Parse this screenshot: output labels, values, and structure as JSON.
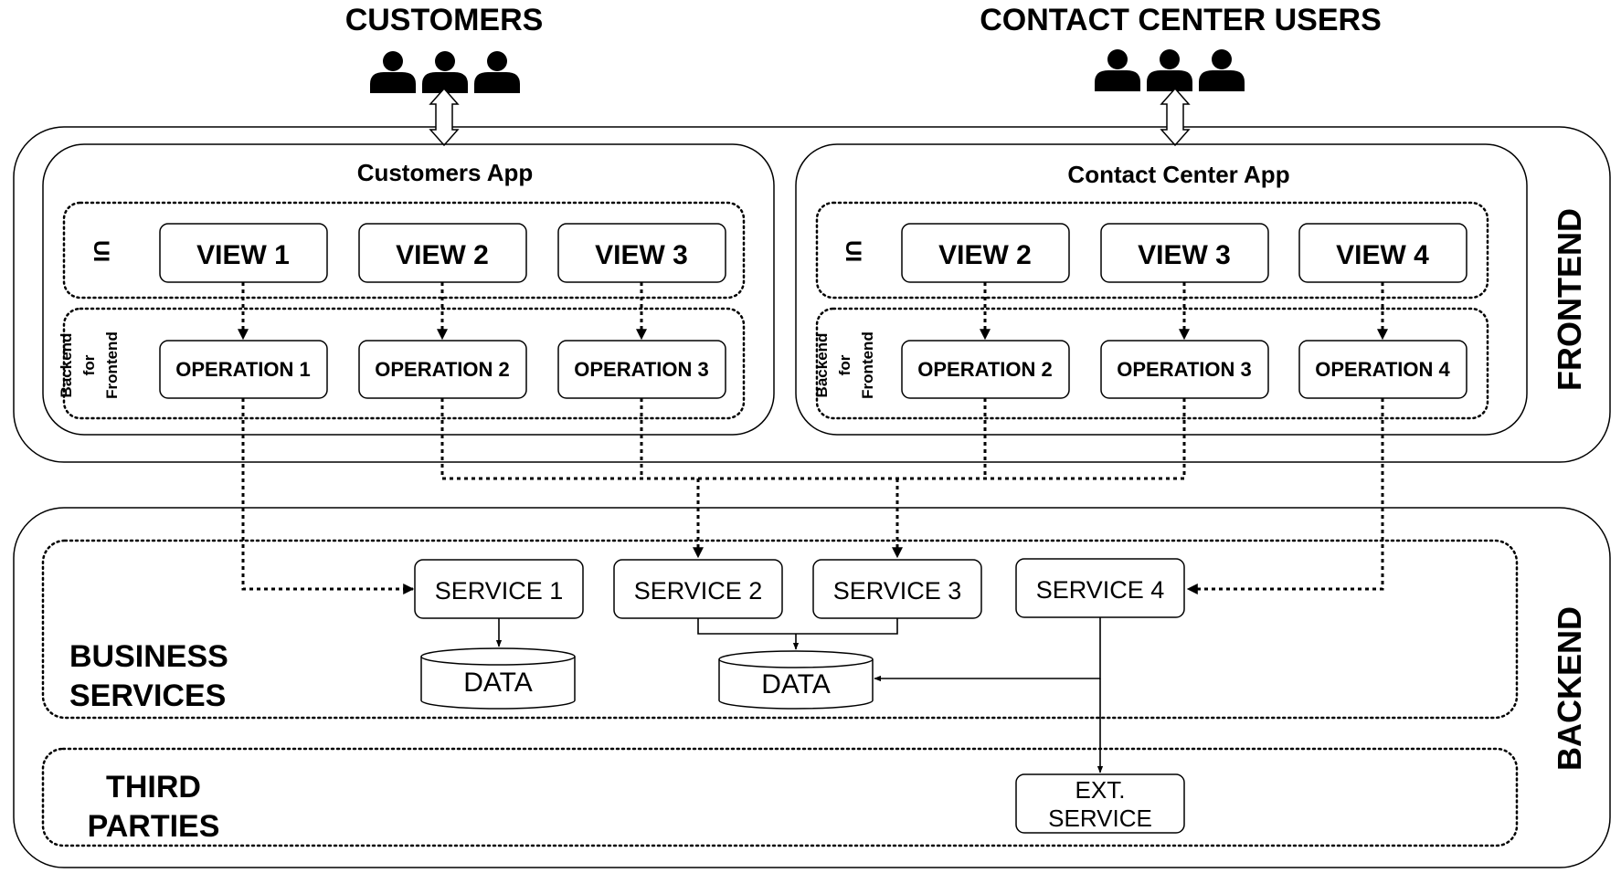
{
  "actors": {
    "customers": "CUSTOMERS",
    "contact_center_users": "CONTACT CENTER USERS",
    "icon": "person-group-icon"
  },
  "layers": {
    "frontend": "FRONTEND",
    "backend": "BACKEND"
  },
  "customers_app": {
    "title": "Customers App",
    "ui_label": "UI",
    "bff_label": [
      "Backend",
      "for",
      "Frontend"
    ],
    "views": [
      "VIEW 1",
      "VIEW 2",
      "VIEW 3"
    ],
    "operations": [
      "OPERATION 1",
      "OPERATION 2",
      "OPERATION 3"
    ]
  },
  "contact_center_app": {
    "title": "Contact Center App",
    "ui_label": "UI",
    "bff_label": [
      "Backend",
      "for",
      "Frontend"
    ],
    "views": [
      "VIEW 2",
      "VIEW 3",
      "VIEW 4"
    ],
    "operations": [
      "OPERATION 2",
      "OPERATION 3",
      "OPERATION 4"
    ]
  },
  "business_services": {
    "label": [
      "BUSINESS",
      "SERVICES"
    ],
    "services": [
      "SERVICE 1",
      "SERVICE 2",
      "SERVICE 3",
      "SERVICE 4"
    ],
    "data_stores": [
      "DATA",
      "DATA"
    ]
  },
  "third_parties": {
    "label": [
      "THIRD",
      "PARTIES"
    ],
    "ext_service": [
      "EXT.",
      "SERVICE"
    ]
  }
}
